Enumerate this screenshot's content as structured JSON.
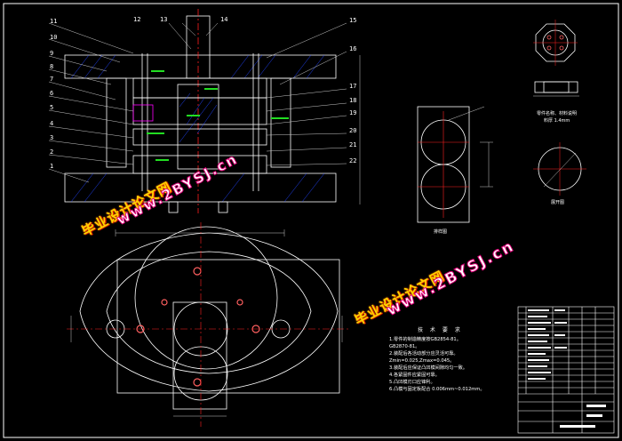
{
  "part_numbers": [
    "11",
    "10",
    "9",
    "8",
    "7",
    "6",
    "5",
    "4",
    "3",
    "2",
    "1",
    "12",
    "13",
    "14",
    "15",
    "16",
    "17",
    "18",
    "19",
    "20",
    "21",
    "22"
  ],
  "watermark": {
    "cn": "毕业设计论文网",
    "url": "www.2BYSJ.cn"
  },
  "tech_requirements": {
    "title": "技 术 要 求",
    "lines": [
      "1.零件的制造精度按GB2854-81。",
      "GB2870-81。",
      "2.装配后各活动部分应灵活可靠。",
      "Zmin=0.025,Zmax=0.045。",
      "3.装配后应保证凸凹模间隙均匀一致。",
      "4.各紧固件应紧固可靠。",
      "5.凸凹模刃口应锋利。",
      "6.凸模与固定板配合 0.006mm~0.012mm。"
    ]
  },
  "views": {
    "blank_caption": "排样图",
    "part_caption_1": "零件名称、材料说明",
    "part_caption_2": "料厚 1.4mm",
    "layout_caption": "展开图"
  },
  "colors": {
    "background": "#000000",
    "outline": "#ffffff",
    "centerline": "#ff2020",
    "hatch": "#2244ff",
    "leader": "#c8c8c8",
    "accent_green": "#22dd22",
    "accent_magenta": "#ff00ff",
    "watermark_yellow": "#ffd400",
    "watermark_pink": "#e0007a"
  }
}
